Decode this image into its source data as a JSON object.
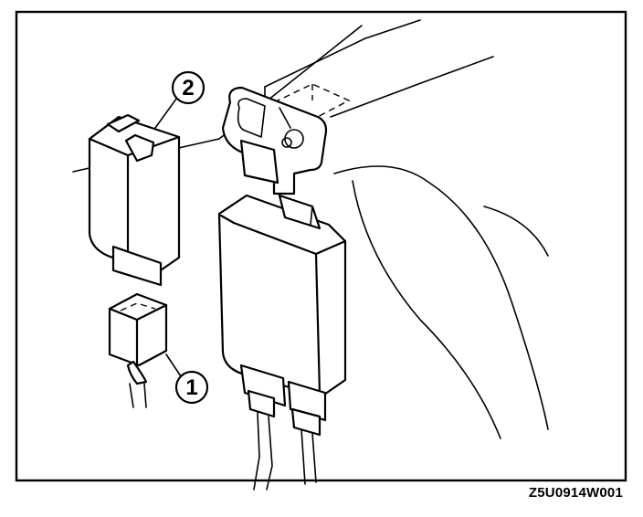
{
  "callouts": [
    {
      "number": "1"
    },
    {
      "number": "2"
    }
  ],
  "figure_code": "Z5U0914W001"
}
